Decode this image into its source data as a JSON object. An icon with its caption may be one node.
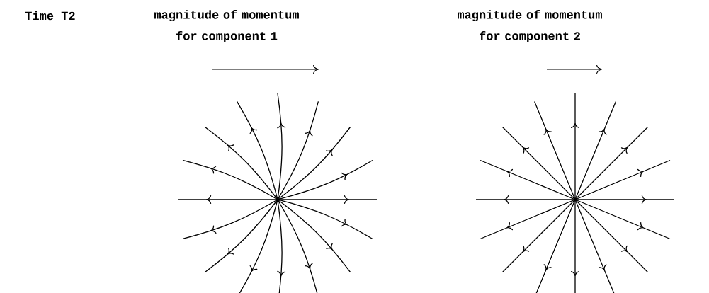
{
  "diagram": {
    "labels": [
      "Time T2",
      "magnitude of momentum for component 1",
      "magnitude of momentum for component 2"
    ]
  }
}
